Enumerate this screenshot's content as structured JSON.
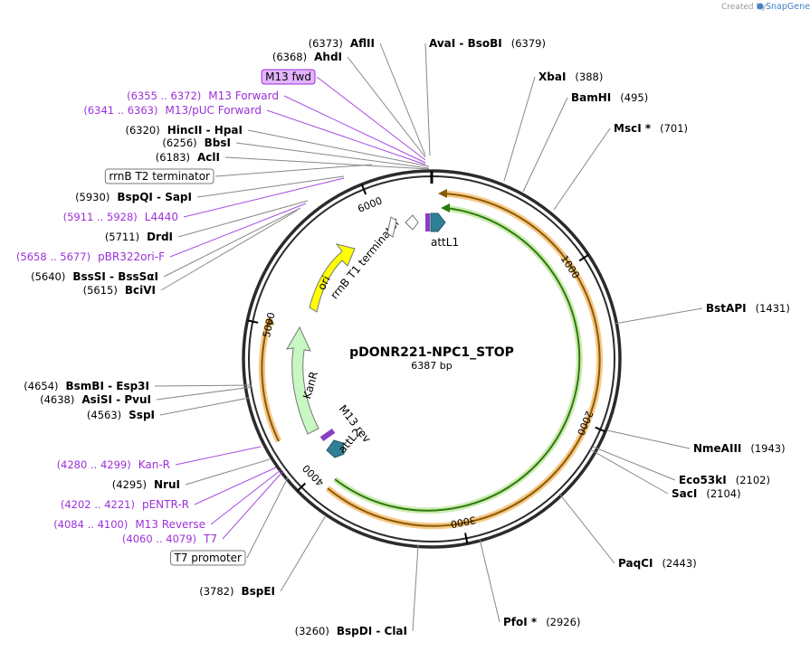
{
  "credit": {
    "prefix": "Created by",
    "brand": "SnapGene"
  },
  "plasmid": {
    "name": "pDONR221-NPC1_STOP",
    "length_label": "6387 bp",
    "length": 6387
  },
  "ticks": [
    {
      "pos": 1000,
      "label": "1000"
    },
    {
      "pos": 2000,
      "label": "2000"
    },
    {
      "pos": 3000,
      "label": "3000"
    },
    {
      "pos": 4000,
      "label": "4000"
    },
    {
      "pos": 5000,
      "label": "5000"
    },
    {
      "pos": 6000,
      "label": "6000"
    }
  ],
  "sites": [
    {
      "name": "AflII",
      "pos": "(6373)",
      "side": "left",
      "color": "black"
    },
    {
      "name": "AhdI",
      "pos": "(6368)",
      "side": "left",
      "color": "black"
    },
    {
      "name": "M13 fwd",
      "pos": "",
      "side": "left",
      "color": "boxed-purple"
    },
    {
      "name": "M13 Forward",
      "pos": "(6355 .. 6372)",
      "side": "left",
      "color": "purple"
    },
    {
      "name": "M13/pUC Forward",
      "pos": "(6341 .. 6363)",
      "side": "left",
      "color": "purple"
    },
    {
      "name": "HincII  -  HpaI",
      "pos": "(6320)",
      "side": "left",
      "color": "black"
    },
    {
      "name": "BbsI",
      "pos": "(6256)",
      "side": "left",
      "color": "black"
    },
    {
      "name": "AclI",
      "pos": "(6183)",
      "side": "left",
      "color": "black"
    },
    {
      "name": "rrnB T2 terminator",
      "pos": "",
      "side": "left",
      "color": "boxed"
    },
    {
      "name": "BspQI  -  SapI",
      "pos": "(5930)",
      "side": "left",
      "color": "black"
    },
    {
      "name": "L4440",
      "pos": "(5911 .. 5928)",
      "side": "left",
      "color": "purple"
    },
    {
      "name": "DrdI",
      "pos": "(5711)",
      "side": "left",
      "color": "black"
    },
    {
      "name": "pBR322ori-F",
      "pos": "(5658 .. 5677)",
      "side": "left",
      "color": "purple"
    },
    {
      "name": "BssSI  -  BssSαI",
      "pos": "(5640)",
      "side": "left",
      "color": "black"
    },
    {
      "name": "BciVI",
      "pos": "(5615)",
      "side": "left",
      "color": "black"
    },
    {
      "name": "BsmBI  -  Esp3I",
      "pos": "(4654)",
      "side": "left",
      "color": "black"
    },
    {
      "name": "AsiSI  -  PvuI",
      "pos": "(4638)",
      "side": "left",
      "color": "black"
    },
    {
      "name": "SspI",
      "pos": "(4563)",
      "side": "left",
      "color": "black"
    },
    {
      "name": "Kan-R",
      "pos": "(4280 .. 4299)",
      "side": "left",
      "color": "purple"
    },
    {
      "name": "NruI",
      "pos": "(4295)",
      "side": "left",
      "color": "black"
    },
    {
      "name": "pENTR-R",
      "pos": "(4202 .. 4221)",
      "side": "left",
      "color": "purple"
    },
    {
      "name": "M13 Reverse",
      "pos": "(4084 .. 4100)",
      "side": "left",
      "color": "purple"
    },
    {
      "name": "T7",
      "pos": "(4060 .. 4079)",
      "side": "left",
      "color": "purple"
    },
    {
      "name": "T7 promoter",
      "pos": "",
      "side": "left",
      "color": "boxed"
    },
    {
      "name": "BspEI",
      "pos": "(3782)",
      "side": "left",
      "color": "black"
    },
    {
      "name": "BspDI  -  ClaI",
      "pos": "(3260)",
      "side": "left",
      "color": "black"
    },
    {
      "name": "AvaI  -  BsoBI",
      "pos": "(6379)",
      "side": "right",
      "color": "black"
    },
    {
      "name": "XbaI",
      "pos": "(388)",
      "side": "right",
      "color": "black"
    },
    {
      "name": "BamHI",
      "pos": "(495)",
      "side": "right",
      "color": "black"
    },
    {
      "name": "MscI *",
      "pos": "(701)",
      "side": "right",
      "color": "black"
    },
    {
      "name": "BstAPI",
      "pos": "(1431)",
      "side": "right",
      "color": "black"
    },
    {
      "name": "NmeAIII",
      "pos": "(1943)",
      "side": "right",
      "color": "black"
    },
    {
      "name": "Eco53kI",
      "pos": "(2102)",
      "side": "right",
      "color": "black"
    },
    {
      "name": "SacI",
      "pos": "(2104)",
      "side": "right",
      "color": "black"
    },
    {
      "name": "PaqCI",
      "pos": "(2443)",
      "side": "right",
      "color": "black"
    },
    {
      "name": "PfoI *",
      "pos": "(2926)",
      "side": "right",
      "color": "black"
    }
  ],
  "features": [
    {
      "name": "ori",
      "color": "#ffff00"
    },
    {
      "name": "KanR",
      "color": "#c7f7c2"
    },
    {
      "name": "rrnB T1 terminator",
      "color": "#ffffff"
    },
    {
      "name": "attL1",
      "color": "#2f7f95"
    },
    {
      "name": "attL2",
      "color": "#2f7f95"
    },
    {
      "name": "M13 rev",
      "color": "#8a3fbf"
    }
  ]
}
